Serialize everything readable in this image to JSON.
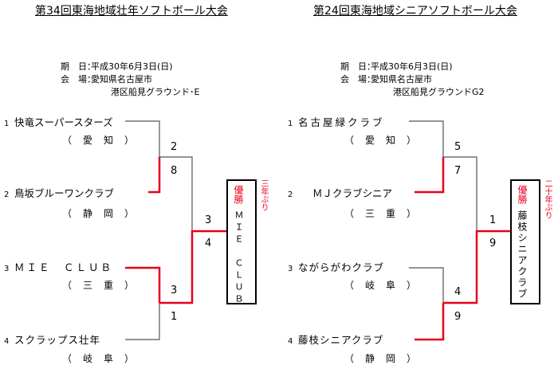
{
  "left": {
    "title": "第34回東海地域壮年ソフトボール大会",
    "date_label": "期　日：",
    "date": "平成30年6月3日(日)",
    "venue_label": "会　場：",
    "venue_line1": "愛知県名古屋市",
    "venue_line2": "港区船見グラウンド･E",
    "teams": [
      {
        "seed": "1",
        "name": "快竜スーパースターズ",
        "pref": "（　愛　知　）"
      },
      {
        "seed": "2",
        "name": "鳥坂ブルーワンクラブ",
        "pref": "（　静　岡　）"
      },
      {
        "seed": "3",
        "name": "ＭＩＥ　ＣＬＵＢ",
        "pref": "（　三　重　）"
      },
      {
        "seed": "4",
        "name": "スクラップス壮年",
        "pref": "（　岐　阜　）"
      }
    ],
    "scores": {
      "r1a_top": "2",
      "r1a_bottom": "8",
      "r1b_top": "3",
      "r1b_bottom": "1",
      "final_top": "3",
      "final_bottom": "4"
    },
    "champion_label": "優勝",
    "champion_name": "ＭＩＥ　ＣＬＵＢ",
    "note": "三年ぶり"
  },
  "right": {
    "title": "第24回東海地域シニアソフトボール大会",
    "date_label": "期　日：",
    "date": "平成30年6月3日(日)",
    "venue_label": "会　場：",
    "venue_line1": "愛知県名古屋市",
    "venue_line2": "港区船見グラウンドG2",
    "teams": [
      {
        "seed": "1",
        "name": "名古屋緑クラブ",
        "pref": "（　愛　知　）"
      },
      {
        "seed": "2",
        "name": "ＭＪクラブシニア",
        "pref": "（　三　重　）"
      },
      {
        "seed": "3",
        "name": "ながらがわクラブ",
        "pref": "（　岐　阜　）"
      },
      {
        "seed": "4",
        "name": "藤枝シニアクラブ",
        "pref": "（　静　岡　）"
      }
    ],
    "scores": {
      "r1a_top": "5",
      "r1a_bottom": "7",
      "r1b_top": "4",
      "r1b_bottom": "9",
      "final_top": "1",
      "final_bottom": "9"
    },
    "champion_label": "優勝",
    "champion_name": "藤枝シニアクラブ",
    "note": "二十年ぶり"
  },
  "colors": {
    "winner_line": "#e8001c",
    "line": "#555555"
  }
}
